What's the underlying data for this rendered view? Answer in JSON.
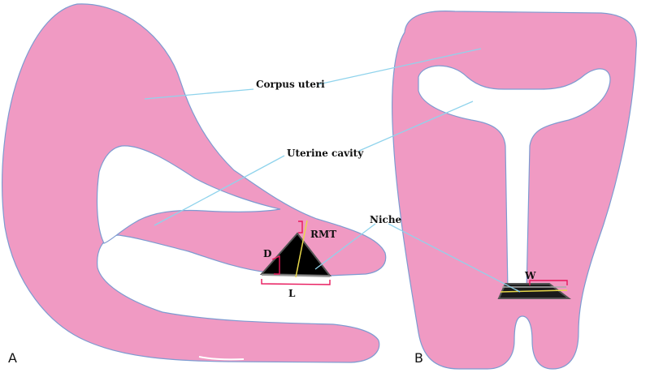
{
  "labels": {
    "corpus_uteri": "Corpus uteri",
    "uterine_cavity": "Uterine cavity",
    "niche": "Niche",
    "rmt": "RMT",
    "d": "D",
    "l": "L",
    "w": "W"
  },
  "panels": {
    "a": "A",
    "b": "B"
  },
  "colors": {
    "tissue": "#f09ac3",
    "outline": "#7d9bd1",
    "leader_line": "#8fd3ec",
    "measurement": "#e8185c",
    "niche_fill": "#000000",
    "centerline": "#e8d84a"
  }
}
